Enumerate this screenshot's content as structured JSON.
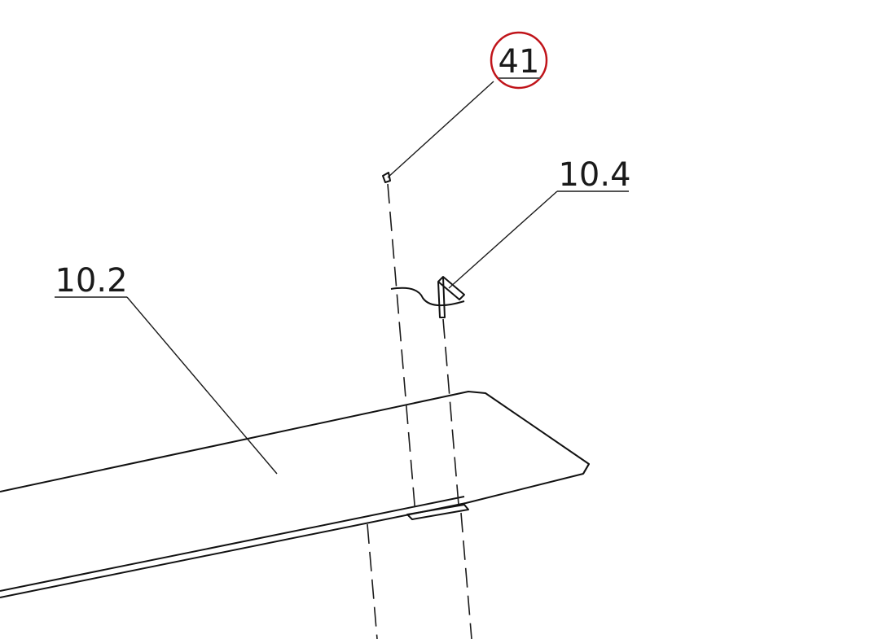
{
  "callouts": [
    {
      "label": "41",
      "highlighted": true
    },
    {
      "label": "10.4",
      "highlighted": false
    },
    {
      "label": "10.2",
      "highlighted": false
    }
  ],
  "colors": {
    "line": "#1a1a1a",
    "highlight": "#c0141a",
    "background": "#ffffff"
  }
}
